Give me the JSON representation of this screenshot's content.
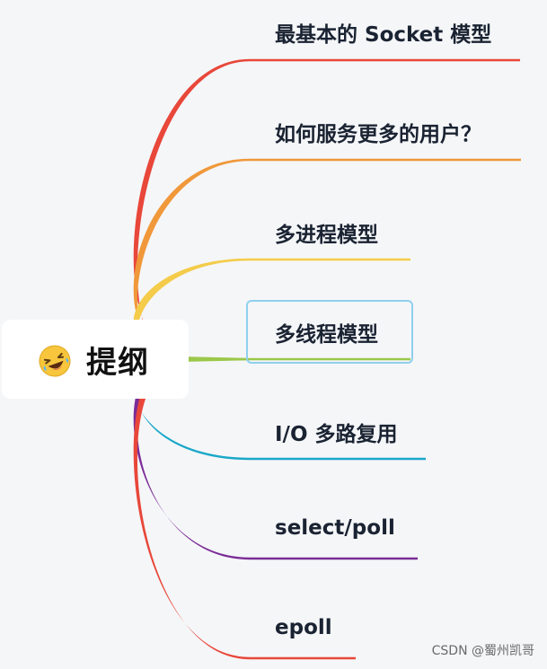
{
  "root": {
    "title": "提纲",
    "emoji": "rolling-on-floor-laughing-emoji"
  },
  "branches": [
    {
      "label": "最基本的 Socket 模型",
      "color": "#e8473a"
    },
    {
      "label": "如何服务更多的用户？",
      "color": "#f0983a"
    },
    {
      "label": "多进程模型",
      "color": "#f4cc4a"
    },
    {
      "label": "多线程模型",
      "color": "#9bc84a",
      "selected": true
    },
    {
      "label": "I/O 多路复用",
      "color": "#1aa7c9"
    },
    {
      "label": "select/poll",
      "color": "#7b2c97"
    },
    {
      "label": "epoll",
      "color": "#e8473a"
    }
  ],
  "watermark": "CSDN @蜀州凯哥",
  "colors": {
    "background": "#f5f6f8",
    "selection_border": "#8fd0ee"
  }
}
